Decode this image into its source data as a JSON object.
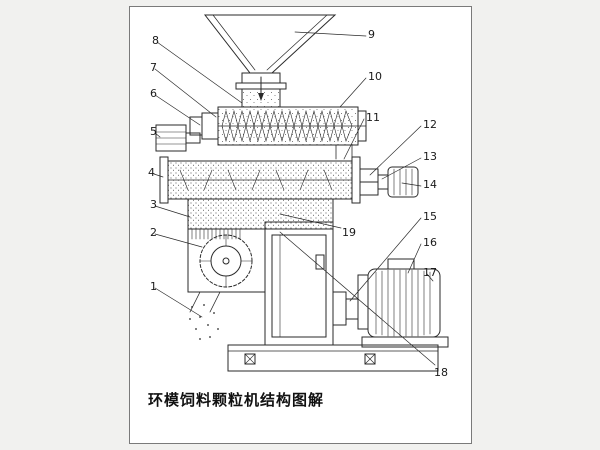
{
  "figure": {
    "caption": "环模饲料颗粒机结构图解",
    "labels": [
      "1",
      "2",
      "3",
      "4",
      "5",
      "6",
      "7",
      "8",
      "9",
      "10",
      "11",
      "12",
      "13",
      "14",
      "15",
      "16",
      "17",
      "18",
      "19"
    ]
  }
}
